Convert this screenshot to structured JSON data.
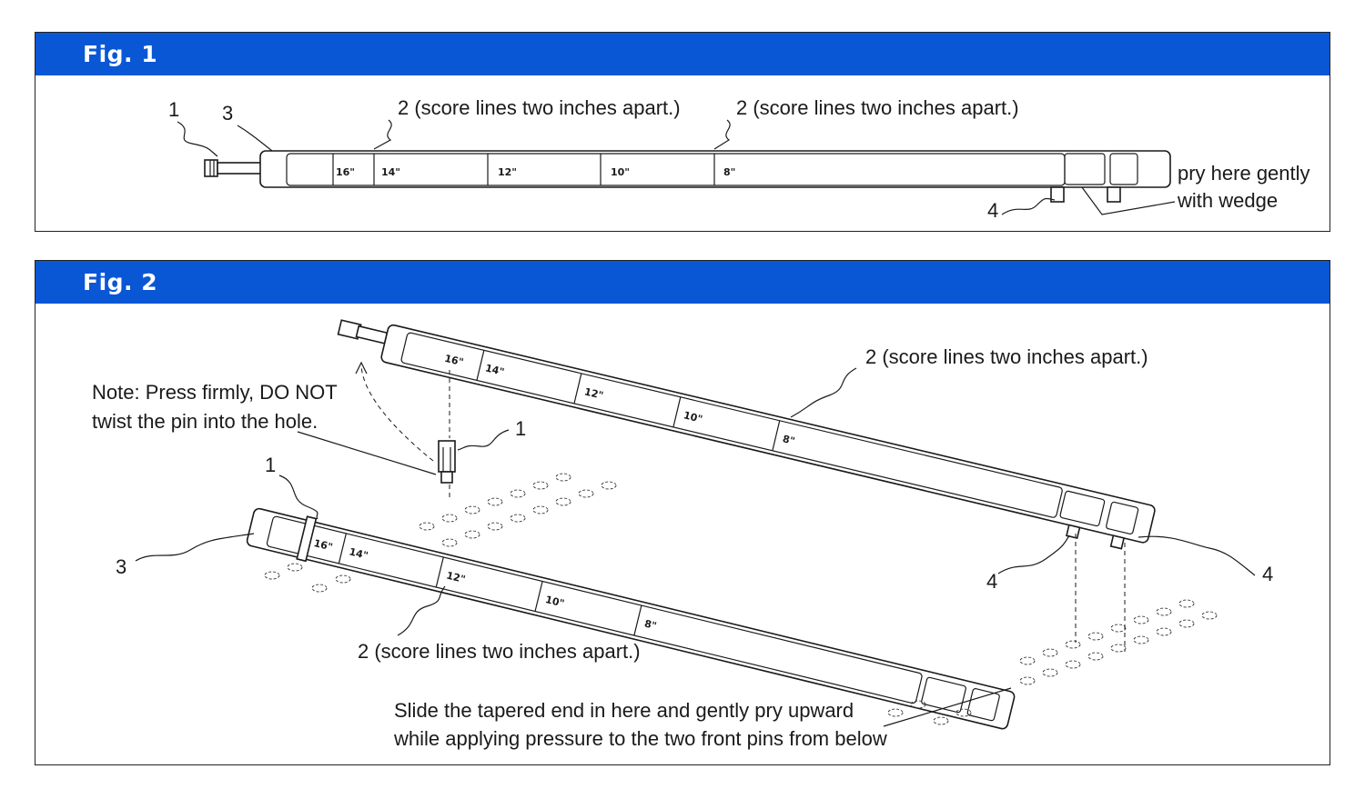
{
  "fig1": {
    "title": "Fig. 1",
    "callout_1": "1",
    "callout_3": "3",
    "callout_2a": "2 (score lines two inches apart.)",
    "callout_2b": "2 (score lines two inches apart.)",
    "callout_4": "4",
    "pry_line1": "pry here gently",
    "pry_line2": "with wedge",
    "marks": [
      "16\"",
      "14\"",
      "12\"",
      "10\"",
      "8\""
    ]
  },
  "fig2": {
    "title": "Fig. 2",
    "note_line1": "Note: Press firmly, DO NOT",
    "note_line2": "twist the pin into the hole.",
    "callout_1_pin": "1",
    "callout_1_rail": "1",
    "callout_2_top": "2 (score lines two inches apart.)",
    "callout_2_bottom": "2 (score lines two inches apart.)",
    "callout_3": "3",
    "callout_4_left": "4",
    "callout_4_right": "4",
    "slide_line1": "Slide the tapered end in here and gently pry upward",
    "slide_line2": "while applying pressure to the two front pins from below",
    "marks_top": [
      "16\"",
      "14\"",
      "12\"",
      "10\"",
      "8\""
    ],
    "marks_bottom": [
      "16\"",
      "14\"",
      "12\"",
      "10\"",
      "8\""
    ]
  },
  "colors": {
    "header": "#0a57d6",
    "header_text": "#ffffff",
    "line": "#1a1a1a"
  }
}
